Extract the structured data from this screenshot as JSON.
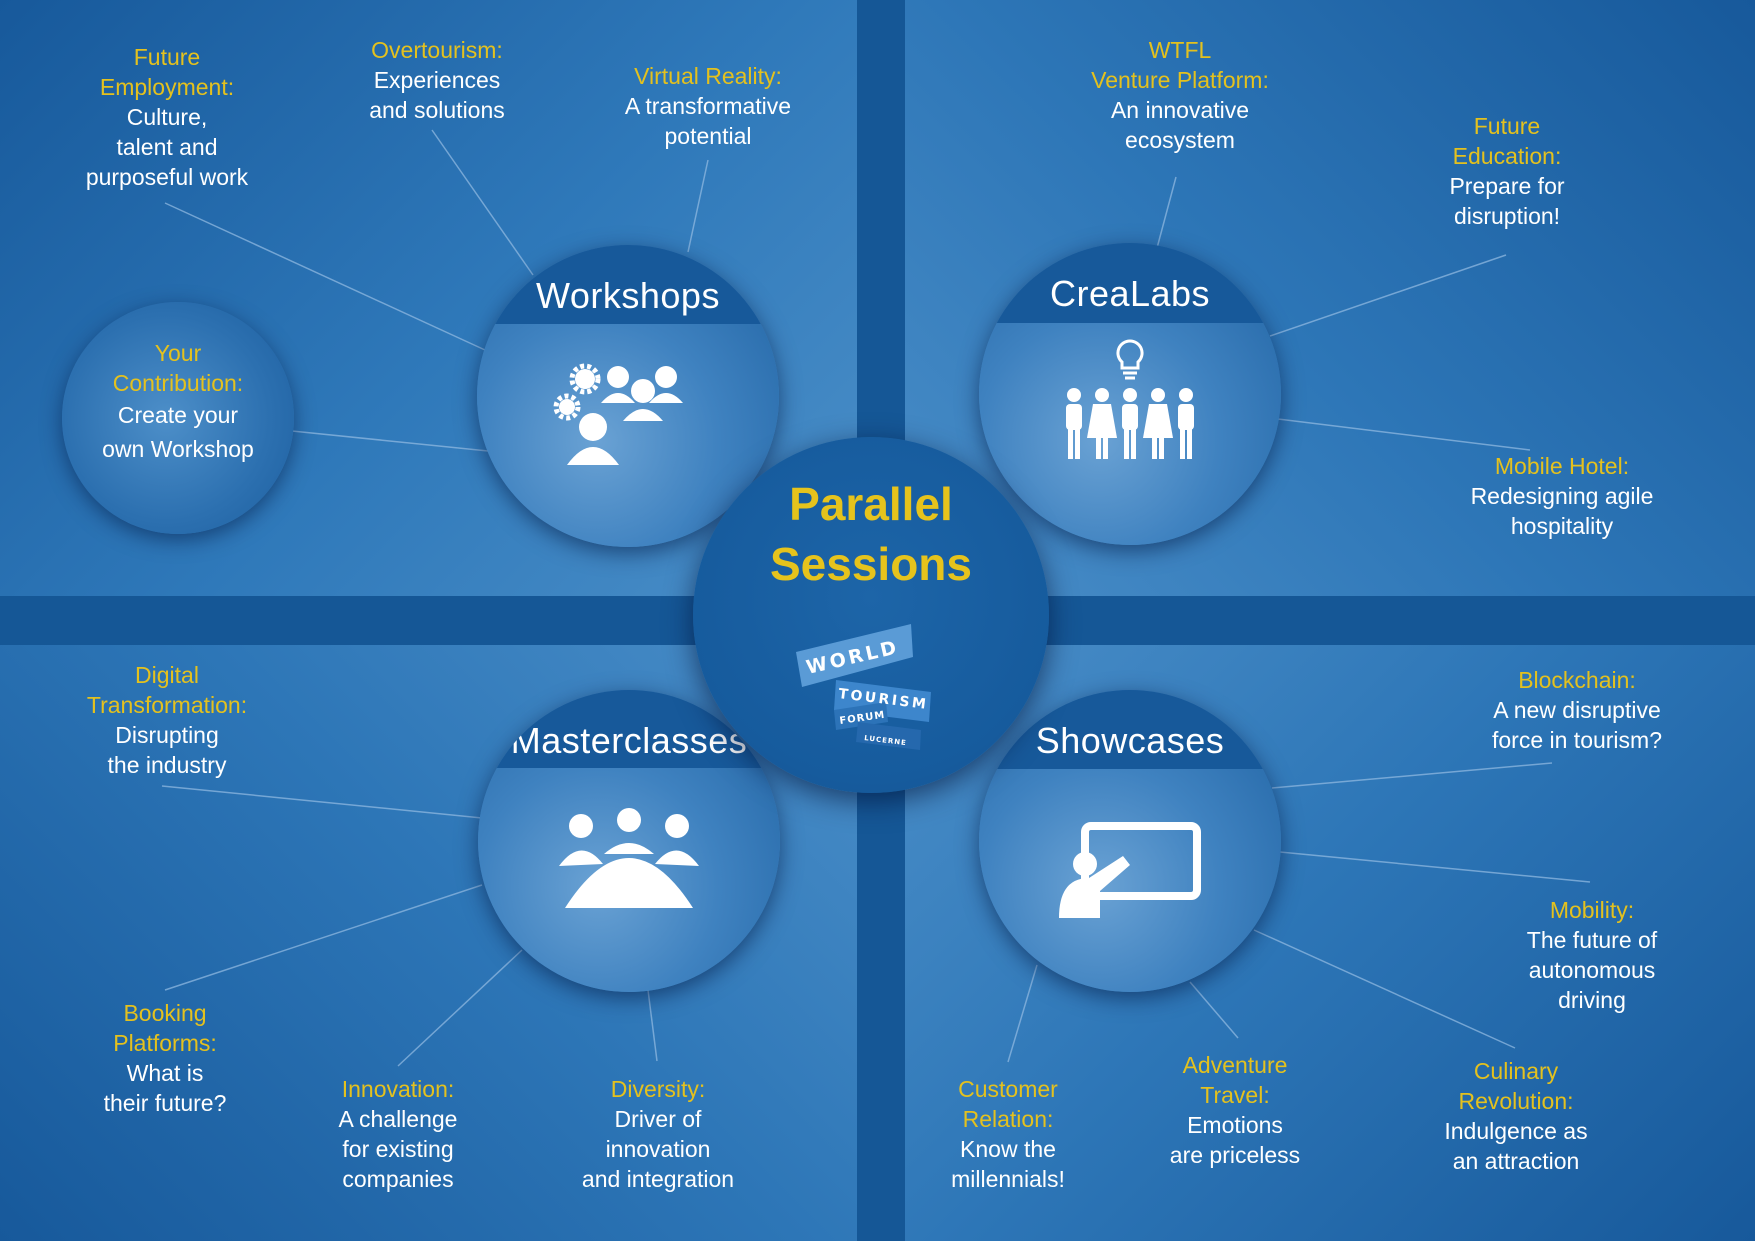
{
  "colors": {
    "accent": "#e4c11e",
    "text": "#ffffff",
    "dark_blue": "#155796"
  },
  "center": {
    "line1": "Parallel",
    "line2": "Sessions",
    "logo": {
      "world": "WORLD",
      "tourism": "TOURISM",
      "forum": "FORUM",
      "lucerne": "LUCERNE"
    }
  },
  "circles": {
    "workshops": {
      "title": "Workshops",
      "icon": "team-gears-icon"
    },
    "crealabs": {
      "title": "CreaLabs",
      "icon": "lightbulb-group-icon"
    },
    "masterclasses": {
      "title": "Masterclasses",
      "icon": "audience-icon"
    },
    "showcases": {
      "title": "Showcases",
      "icon": "presentation-board-icon"
    }
  },
  "topics": {
    "contribution": {
      "heading": "Your\nContribution:",
      "body": "Create your\nown Workshop"
    },
    "future_employment": {
      "heading": "Future\nEmployment:",
      "body": "Culture,\ntalent and\npurposeful work"
    },
    "overtourism": {
      "heading": "Overtourism:",
      "body": "Experiences\nand solutions"
    },
    "virtual_reality": {
      "heading": "Virtual Reality:",
      "body": "A transformative\npotential"
    },
    "wtfl": {
      "heading": "WTFL\nVenture Platform:",
      "body": "An innovative\necosystem"
    },
    "future_education": {
      "heading": "Future\nEducation:",
      "body": "Prepare for\ndisruption!"
    },
    "mobile_hotel": {
      "heading": "Mobile Hotel:",
      "body": "Redesigning agile\nhospitality"
    },
    "digital_transformation": {
      "heading": "Digital\nTransformation:",
      "body": "Disrupting\nthe industry"
    },
    "booking_platforms": {
      "heading": "Booking\nPlatforms:",
      "body": "What is\ntheir future?"
    },
    "innovation": {
      "heading": "Innovation:",
      "body": "A challenge\nfor existing\ncompanies"
    },
    "diversity": {
      "heading": "Diversity:",
      "body": "Driver of\ninnovation\nand integration"
    },
    "blockchain": {
      "heading": "Blockchain:",
      "body": "A new disruptive\nforce in tourism?"
    },
    "mobility": {
      "heading": "Mobility:",
      "body": "The future of\nautonomous\ndriving"
    },
    "culinary": {
      "heading": "Culinary\nRevolution:",
      "body": "Indulgence as\nan attraction"
    },
    "adventure": {
      "heading": "Adventure\nTravel:",
      "body": "Emotions\nare priceless"
    },
    "customer": {
      "heading": "Customer\nRelation:",
      "body": "Know the\nmillennials!"
    }
  }
}
